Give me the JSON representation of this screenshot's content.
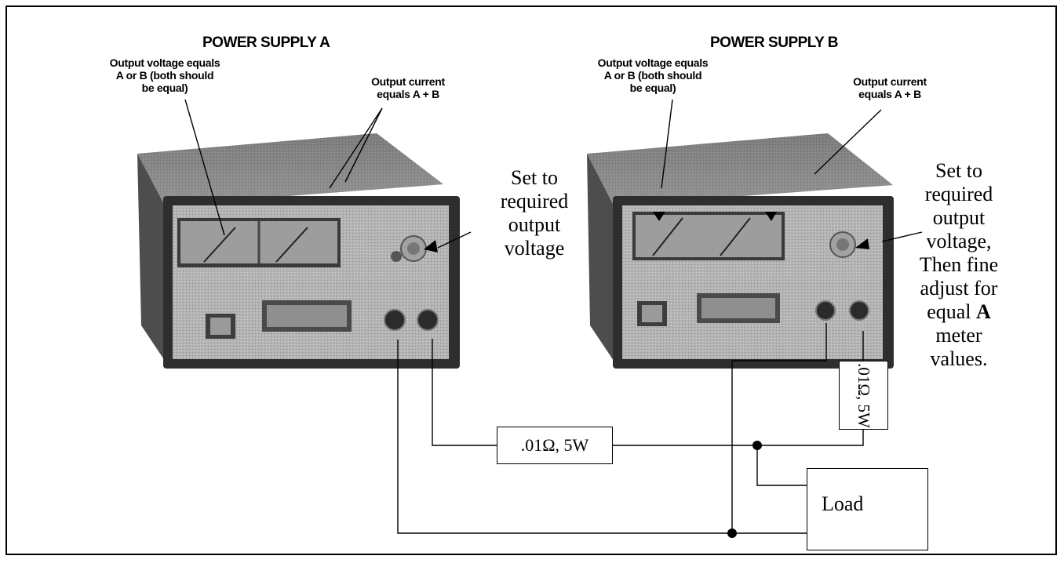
{
  "supply_a": {
    "title": "POWER SUPPLY A",
    "voltage_note": "Output voltage equals\nA or B (both should\nbe equal)",
    "current_note": "Output current\nequals A + B",
    "adjust_note": "Set to\nrequired\noutput\nvoltage"
  },
  "supply_b": {
    "title": "POWER SUPPLY B",
    "voltage_note": "Output voltage equals\nA or B (both should\nbe equal)",
    "current_note": "Output current\nequals A + B",
    "adjust_note_main": "Set to\nrequired\noutput\nvoltage,\nThen fine\nadjust for\nequal ",
    "adjust_note_bold": "A",
    "adjust_note_tail": "\nmeter\nvalues."
  },
  "resistor_a": {
    "label": ".01Ω, 5W"
  },
  "resistor_b": {
    "label": ".01Ω, 5W"
  },
  "load": {
    "label": "Load"
  }
}
